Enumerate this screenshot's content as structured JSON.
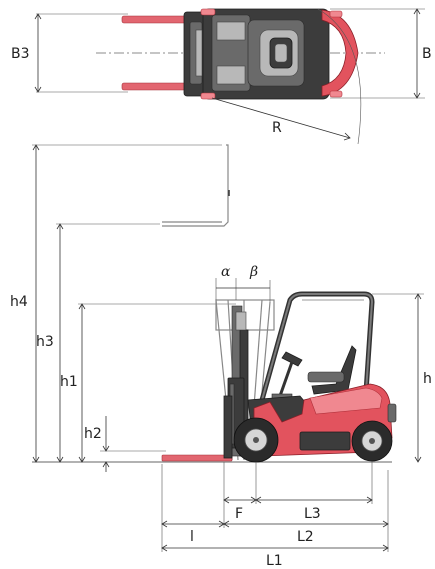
{
  "labels": {
    "B3": "B3",
    "B": "B",
    "R": "R",
    "h4": "h4",
    "h3": "h3",
    "h1": "h1",
    "h2": "h2",
    "h": "h",
    "alpha": "α",
    "beta": "β",
    "F": "F",
    "L3": "L3",
    "l": "l",
    "L2": "L2",
    "L1": "L1"
  },
  "colors": {
    "body_red": "#e2535e",
    "body_dark": "#3c3c3c"
  }
}
